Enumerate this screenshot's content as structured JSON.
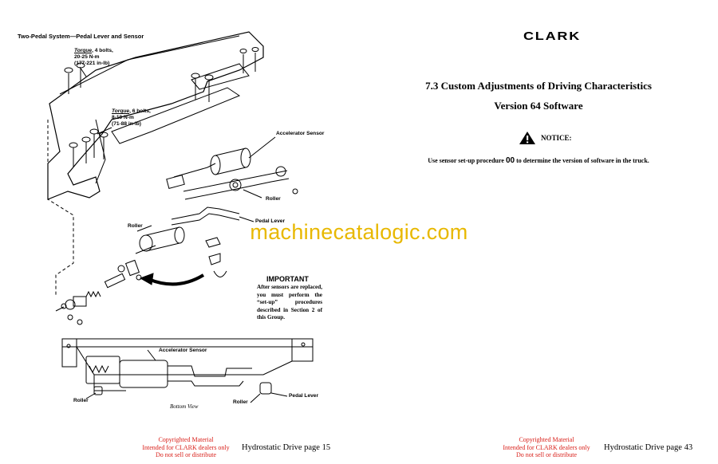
{
  "left_page": {
    "section_header": "Two-Pedal System—Pedal Lever and Sensor",
    "torque_note_1": {
      "title": "Torque",
      "lines": [
        ", 4 bolts,",
        "20-25  N-m",
        "(177-221 in-lb)"
      ]
    },
    "torque_note_2": {
      "title": "Torque",
      "lines": [
        ", 6 bolts,",
        "8-10  N-m",
        "(71-88 in-lb)"
      ]
    },
    "callouts": {
      "accelerator_sensor": "Accelerator Sensor",
      "roller_right": "Roller",
      "pedal_lever": "Pedal Lever",
      "roller_left": "Roller"
    },
    "important": {
      "title": "IMPORTANT",
      "body": "After sensors are replaced, you must perform the “set-up” procedures described in Section 2 of this Group."
    },
    "bottom_view_callouts": {
      "accelerator_sensor": "Accelerator Sensor",
      "roller_left": "Roller",
      "roller_right": "Roller",
      "pedal_lever": "Pedal Lever",
      "caption": "Bottom View"
    },
    "copyright": [
      "Copyrighted Material",
      "Intended for CLARK dealers only",
      "Do not sell or distribute"
    ],
    "page_number": "Hydrostatic Drive page 15"
  },
  "right_page": {
    "logo": "CLARK",
    "title": "7.3 Custom Adjustments of Driving Characteristics",
    "subtitle": "Version 64 Software",
    "notice_label": "NOTICE:",
    "procedure_before": "Use sensor set-up procedure ",
    "procedure_code": "00",
    "procedure_after": " to determine the version of software in the truck.",
    "copyright": [
      "Copyrighted Material",
      "Intended for CLARK dealers only",
      "Do not sell or distribute"
    ],
    "page_number": "Hydrostatic Drive page 43"
  },
  "watermark": "machinecatalogic.com",
  "colors": {
    "copyright_red": "#d9201a",
    "watermark_yellow": "#e8b800"
  }
}
